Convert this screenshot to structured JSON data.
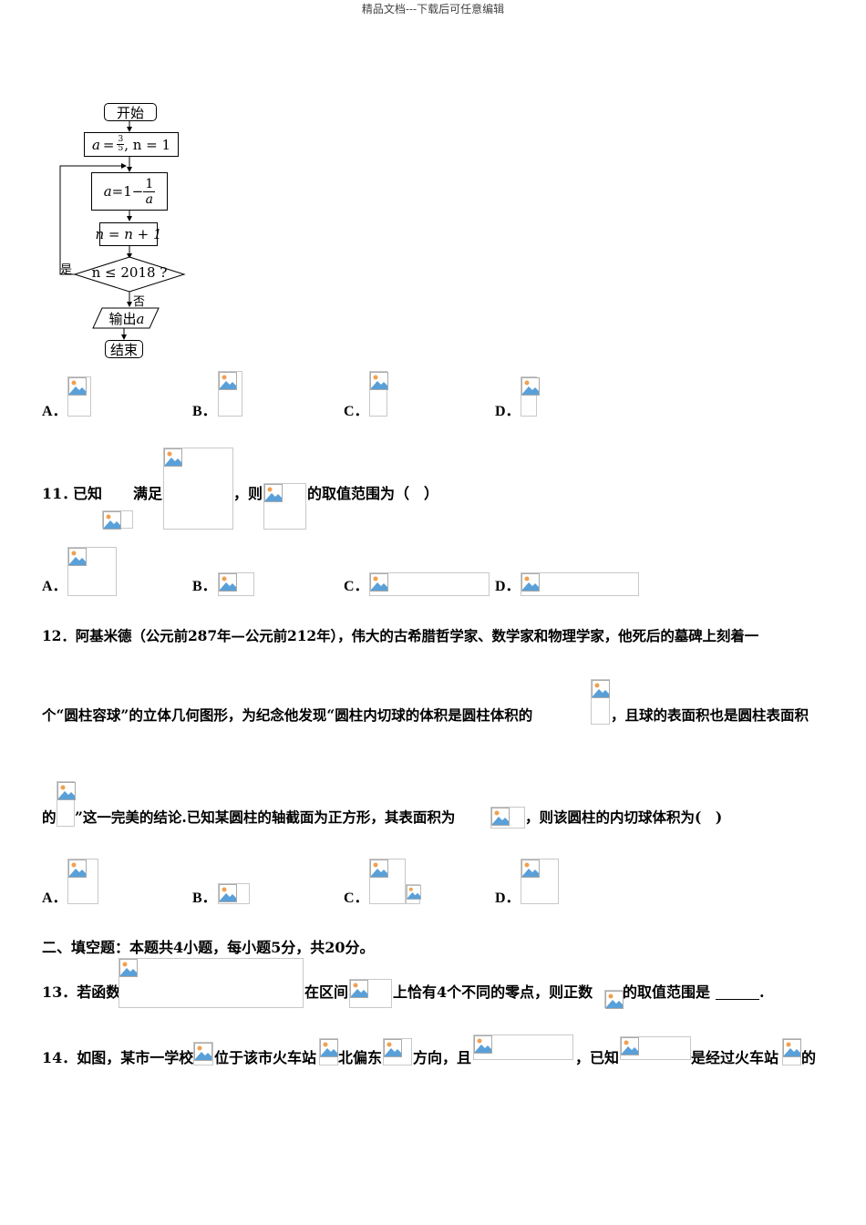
{
  "header": "精品文档---下载后可任意编辑",
  "flowchart": {
    "start": "开始",
    "init": "a = ³⁄₅ , n = 1",
    "init_a": "a",
    "init_eq": "=",
    "init_num": "3",
    "init_den": "5",
    "init_n": ", n = 1",
    "assign_a_left": "a",
    "assign_a_mid": "=1−",
    "assign_a_num": "1",
    "assign_a_den": "a",
    "assign_n": "n = n + 1",
    "condition": "n ≤ 2018 ?",
    "yes": "是",
    "no": "否",
    "output": "输出",
    "output_var": "a",
    "end": "结束"
  },
  "q10_options": [
    "A．",
    "B．",
    "C．",
    "D．"
  ],
  "q11": {
    "number": "11．",
    "text_1": "已知",
    "text_2": "满足",
    "text_3": "，则",
    "text_4": "的取值范围为（　）",
    "options": [
      "A．",
      "B．",
      "C．",
      "D．"
    ]
  },
  "q12": {
    "line_1": "12．阿基米德（公元前287年—公元前212年），伟大的古希腊哲学家、数学家和物理学家，他死后的墓碑上刻着一",
    "line_2a": "个“圆柱容球”的立体几何图形，为纪念他发现“圆柱内切球的体积是圆柱体积的",
    "line_2b": "，且球的表面积也是圆柱表面积",
    "line_3a": "的",
    "line_3b": "”这一完美的结论.已知某圆柱的轴截面为正方形，其表面积为",
    "line_3c": "，则该圆柱的内切球体积为(　)",
    "options": [
      "A．",
      "B．",
      "C．",
      "D．"
    ]
  },
  "section2": "二、填空题：本题共4小题，每小题5分，共20分。",
  "q13": {
    "text_1": "13．若函数",
    "text_2": "在区间",
    "text_3": "上恰有4个不同的零点，则正数",
    "text_4": "的取值范围是",
    "text_5": "."
  },
  "q14": {
    "text_1": "14．如图，某市一学校",
    "text_2": "位于该市火车站",
    "text_3": "北偏东",
    "text_4": "方向，且",
    "text_5": "，已知",
    "text_6": "是经过火车站",
    "text_7": "的"
  },
  "icon_names": [
    "broken-image-icon",
    "flow-arrow-icon"
  ]
}
